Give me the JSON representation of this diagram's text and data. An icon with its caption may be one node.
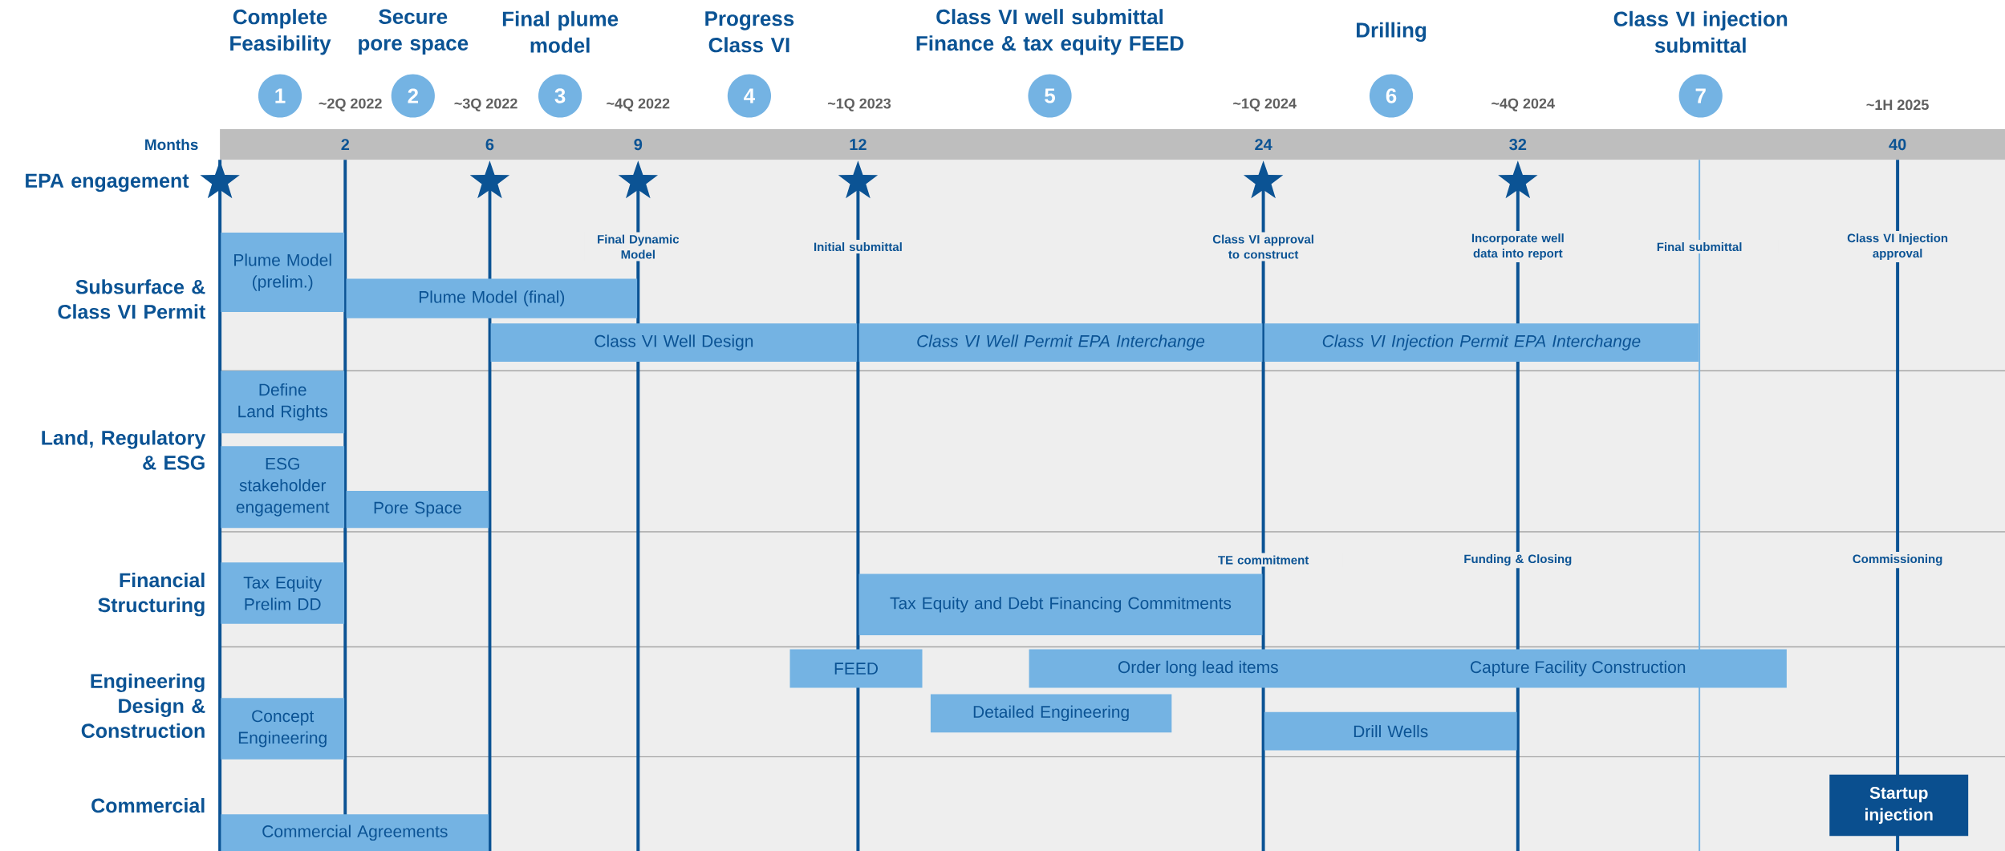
{
  "diagram": {
    "nodes": [
      {
        "text": [
          "Complete Feasibility",
          "1"
        ]
      },
      {
        "text": [
          "Secure pore space",
          "2"
        ]
      },
      {
        "text": [
          "Final plume model",
          "3"
        ]
      },
      {
        "text": [
          "Progress Class VI",
          "4"
        ]
      },
      {
        "text": [
          "Class VI well submittal Finance & tax equity FEED",
          "5"
        ]
      },
      {
        "text": [
          "Drilling",
          "6"
        ]
      },
      {
        "text": [
          "Class VI injection submittal",
          "7"
        ]
      },
      {
        "text": [
          "Plume Model (prelim.)"
        ]
      },
      {
        "text": [
          "Plume Model (final)"
        ]
      },
      {
        "text": [
          "Class VI Well Design"
        ]
      },
      {
        "text": [
          "Class VI Well Permit EPA Interchange"
        ]
      },
      {
        "text": [
          "Class VI Injection Permit EPA Interchange"
        ]
      },
      {
        "text": [
          "Define Land Rights"
        ]
      },
      {
        "text": [
          "ESG stakeholder engagement"
        ]
      },
      {
        "text": [
          "Pore Space"
        ]
      },
      {
        "text": [
          "Tax Equity Prelim DD"
        ]
      },
      {
        "text": [
          "Tax Equity and Debt Financing Commitments"
        ]
      },
      {
        "text": [
          "FEED"
        ]
      },
      {
        "text": [
          "Order long lead items",
          "Capture Facility Construction"
        ]
      },
      {
        "text": [
          "Concept Engineering"
        ]
      },
      {
        "text": [
          "Detailed Engineering"
        ]
      },
      {
        "text": [
          "Drill Wells"
        ]
      },
      {
        "text": [
          "Commercial Agreements"
        ]
      },
      {
        "text": [
          "Startup injection"
        ]
      }
    ],
    "labels": [
      "~2Q 2022",
      "~3Q 2022",
      "~4Q 2022",
      "~1Q 2023",
      "~1Q 2024",
      "~4Q 2024",
      "~1H 2025",
      "Months",
      "2",
      "6",
      "9",
      "12",
      "24",
      "32",
      "40",
      "EPA engagement",
      "Final Dynamic Model",
      "Initial submittal",
      "Class VI approval to construct",
      "Incorporate well data into report",
      "Final submittal",
      "Class VI Injection approval",
      "Subsurface & Class VI Permit",
      "Land, Regulatory & ESG",
      "TE commitment",
      "Funding & Closing",
      "Commissioning",
      "Financial Structuring",
      "Engineering Design & Construction",
      "Commercial"
    ]
  }
}
